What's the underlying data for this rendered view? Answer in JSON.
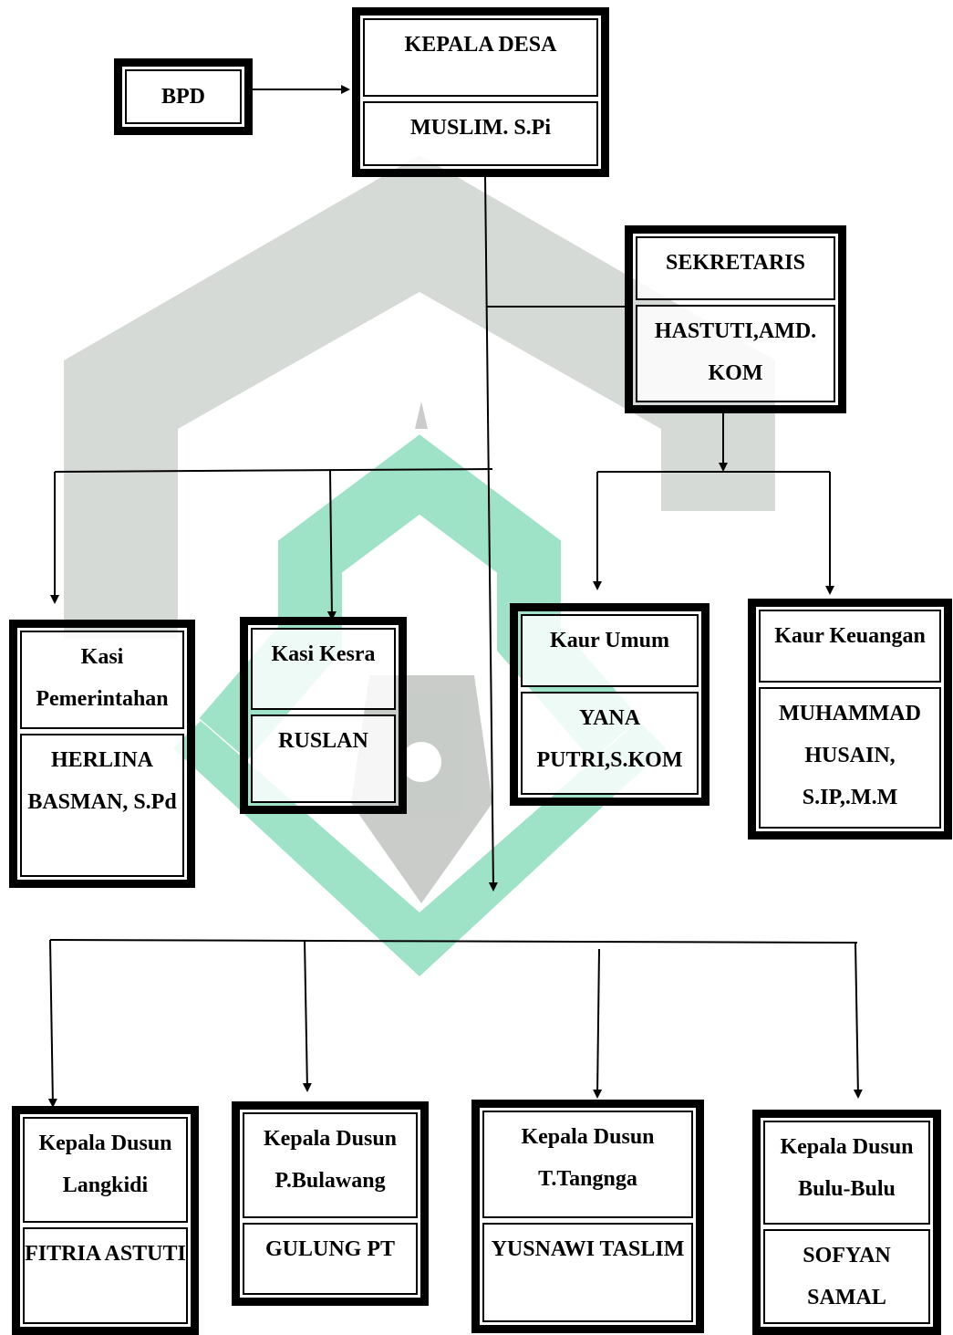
{
  "colors": {
    "line": "#000000",
    "watermark_green": "#7fd6b4",
    "watermark_gray": "#c9ccc9"
  },
  "bpd": {
    "label": "BPD"
  },
  "kepala_desa": {
    "title": "KEPALA DESA",
    "name": "MUSLIM. S.Pi"
  },
  "sekretaris": {
    "title": "SEKRETARIS",
    "name": "HASTUTI,AMD. KOM"
  },
  "kasi_pemerintahan": {
    "title": "Kasi Pemerintahan",
    "name": "HERLINA BASMAN, S.Pd"
  },
  "kasi_kesra": {
    "title": "Kasi Kesra",
    "name": "RUSLAN"
  },
  "kaur_umum": {
    "title": "Kaur Umum",
    "name": "YANA PUTRI,S.KOM"
  },
  "kaur_keuangan": {
    "title": "Kaur Keuangan",
    "name": "MUHAMMAD HUSAIN, S.IP,.M.M"
  },
  "dusun_langkidi": {
    "title": "Kepala Dusun Langkidi",
    "name": "FITRIA ASTUTI"
  },
  "dusun_pbulawang": {
    "title": "Kepala Dusun P.Bulawang",
    "name": "GULUNG PT"
  },
  "dusun_ttangnga": {
    "title": "Kepala Dusun T.Tangnga",
    "name": "YUSNAWI TASLIM"
  },
  "dusun_bulubulu": {
    "title": "Kepala Dusun Bulu-Bulu",
    "name": "SOFYAN SAMAL"
  }
}
